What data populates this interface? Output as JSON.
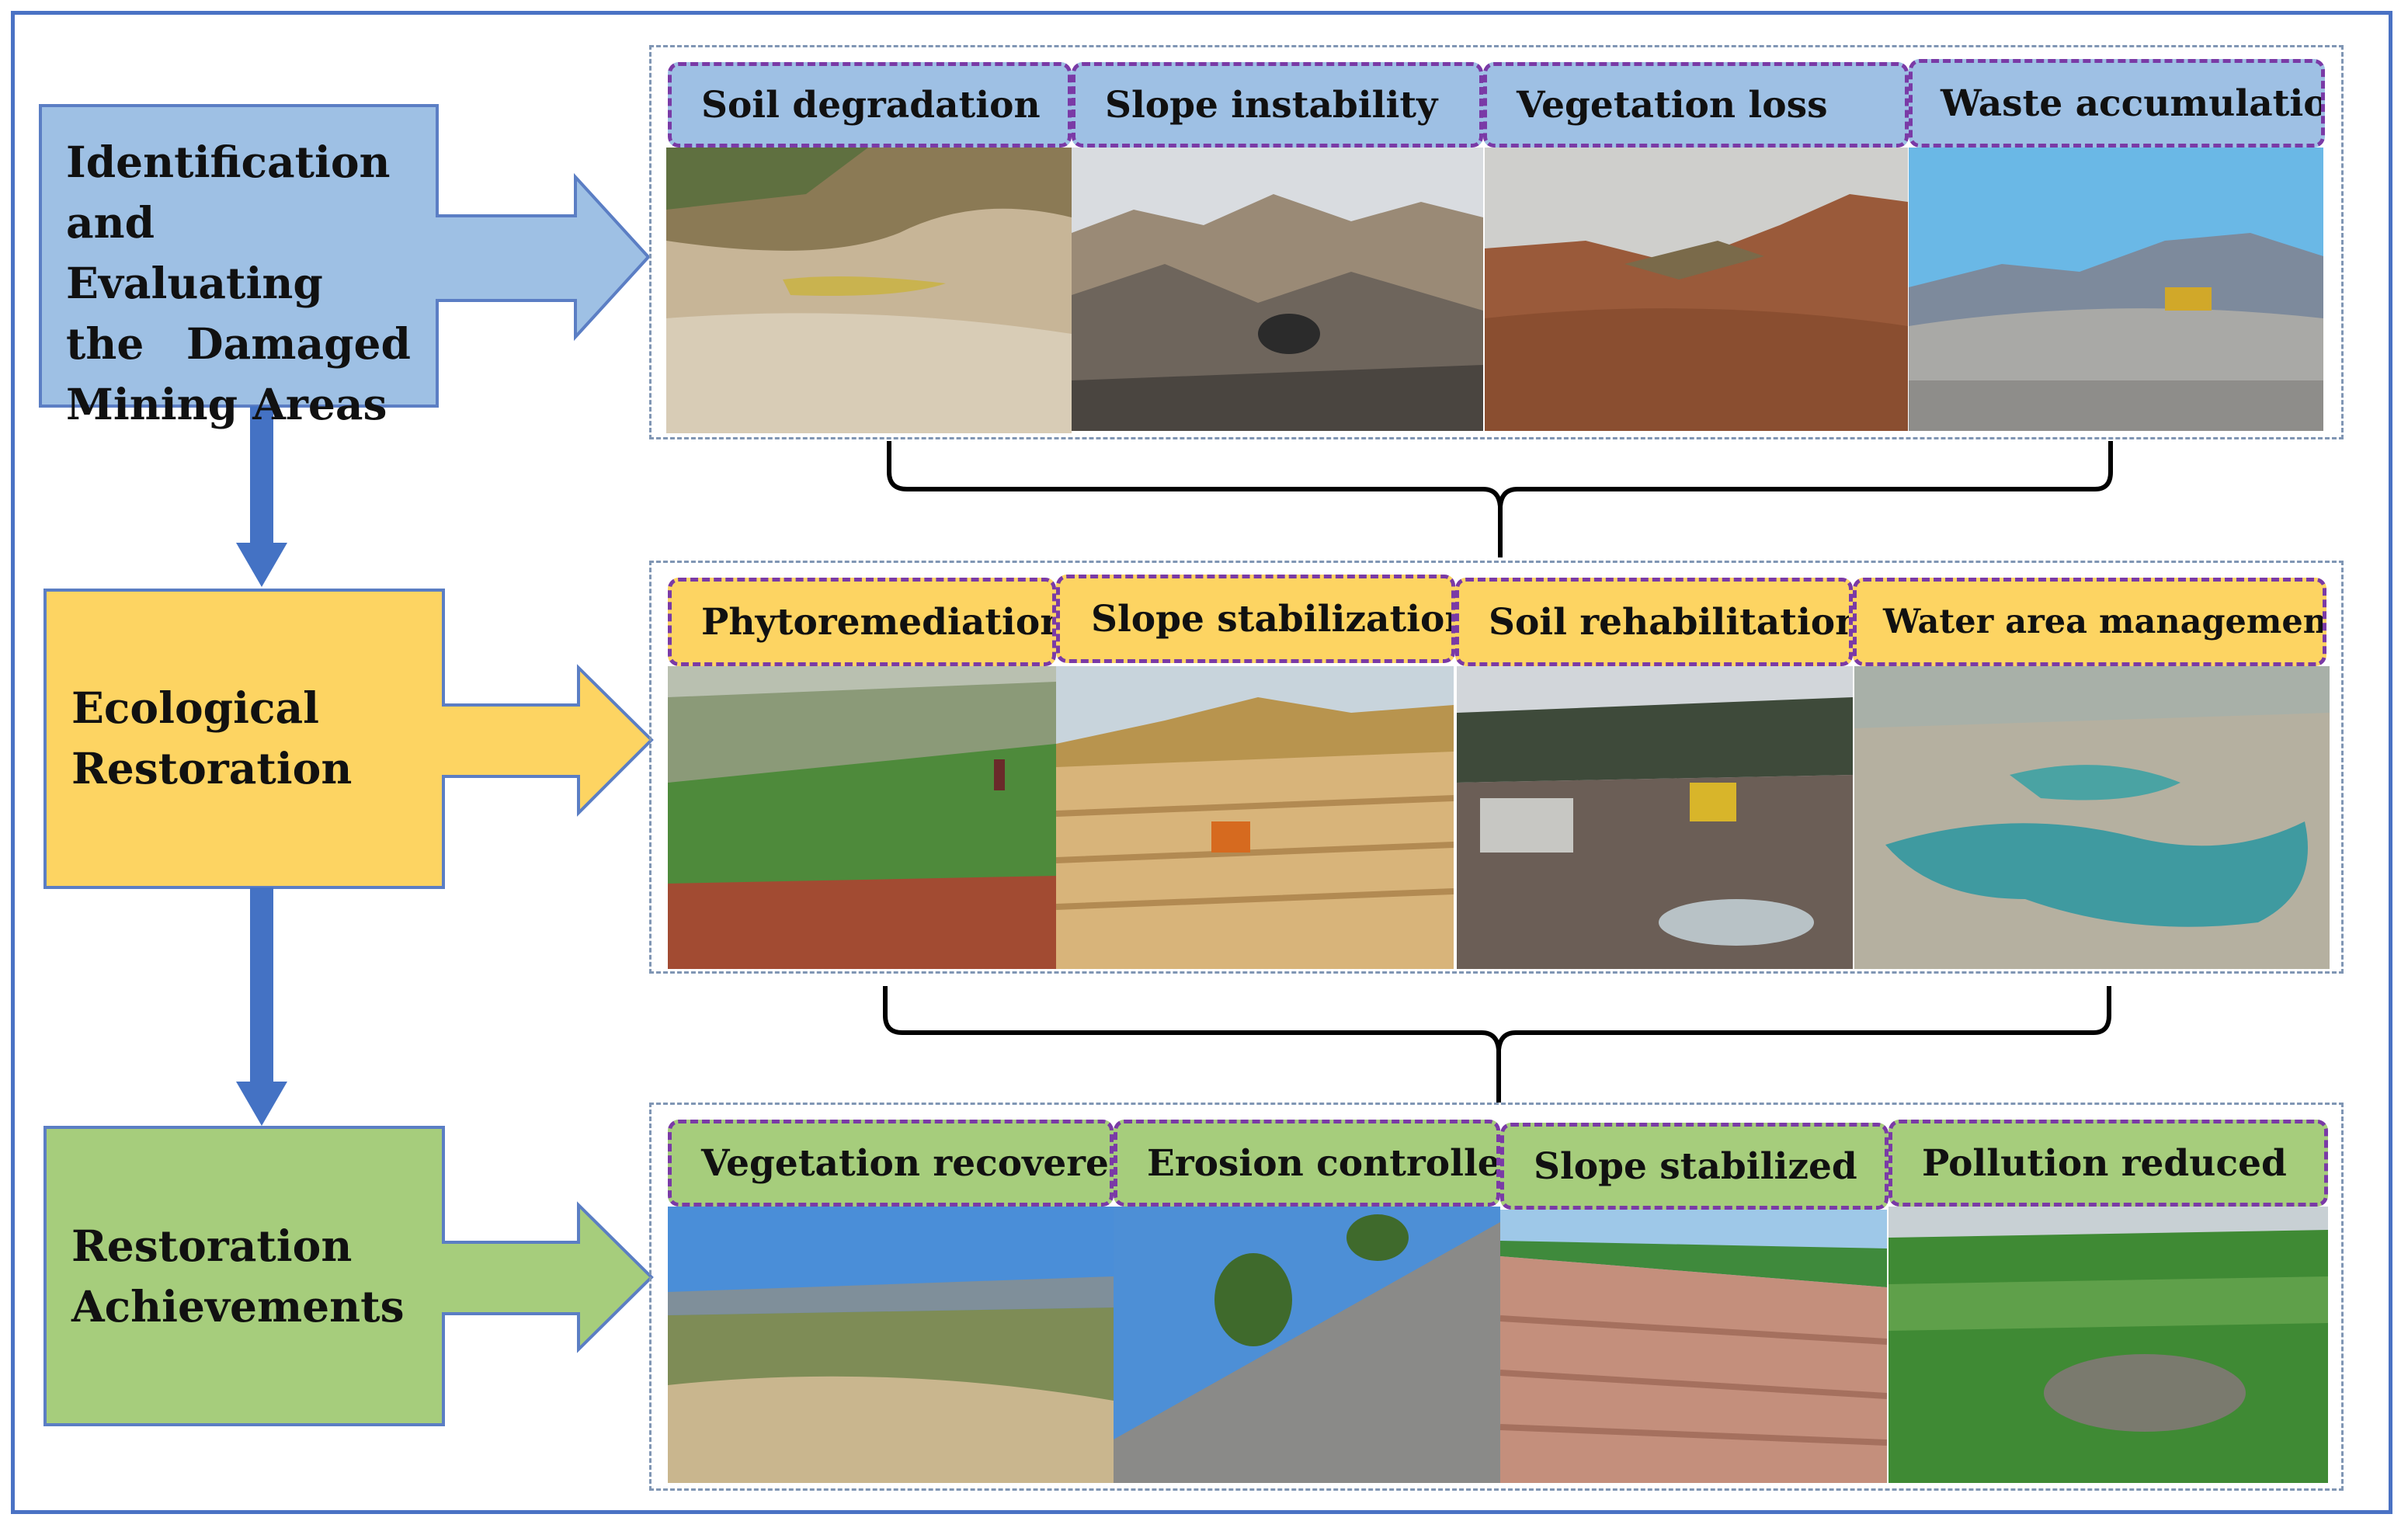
{
  "colors": {
    "frame": "#4a72c4",
    "stage1": "#9ec0e4",
    "stage2": "#fdd462",
    "stage3": "#a6cd7c",
    "connector_arrow": "#4472c4",
    "tab_border": "#7a3aa6"
  },
  "stages": [
    {
      "lines": [
        "Identification",
        "and Evaluating",
        "the Damaged",
        "Mining Areas"
      ],
      "panel": {
        "items": [
          {
            "label": "Soil degradation",
            "photo": "eroded bare soil at mining site"
          },
          {
            "label": "Slope instability",
            "photo": "barren mined hills"
          },
          {
            "label": "Vegetation loss",
            "photo": "reddish bare slope"
          },
          {
            "label": "Waste accumulation",
            "photo": "rock waste pile with excavator"
          }
        ]
      }
    },
    {
      "lines": [
        "Ecological",
        "Restoration"
      ],
      "panel": {
        "items": [
          {
            "label": "Phytoremediation",
            "photo": "workers planting seedlings on slope"
          },
          {
            "label": "Slope stabilization",
            "photo": "excavator terracing a slope"
          },
          {
            "label": "Soil rehabilitation",
            "photo": "truck and excavator moving soil"
          },
          {
            "label": "Water area management",
            "photo": "aerial view of ponds"
          }
        ]
      }
    },
    {
      "lines": [
        "Restoration",
        "Achievements"
      ],
      "panel": {
        "items": [
          {
            "label": "Vegetation recovered",
            "photo": "green shrubs on restored land"
          },
          {
            "label": "Erosion controlled",
            "photo": "netted slope with trees"
          },
          {
            "label": "Slope stabilized",
            "photo": "terraced stable quarry slope"
          },
          {
            "label": "Pollution reduced",
            "photo": "green terraced landscape"
          }
        ]
      }
    }
  ]
}
